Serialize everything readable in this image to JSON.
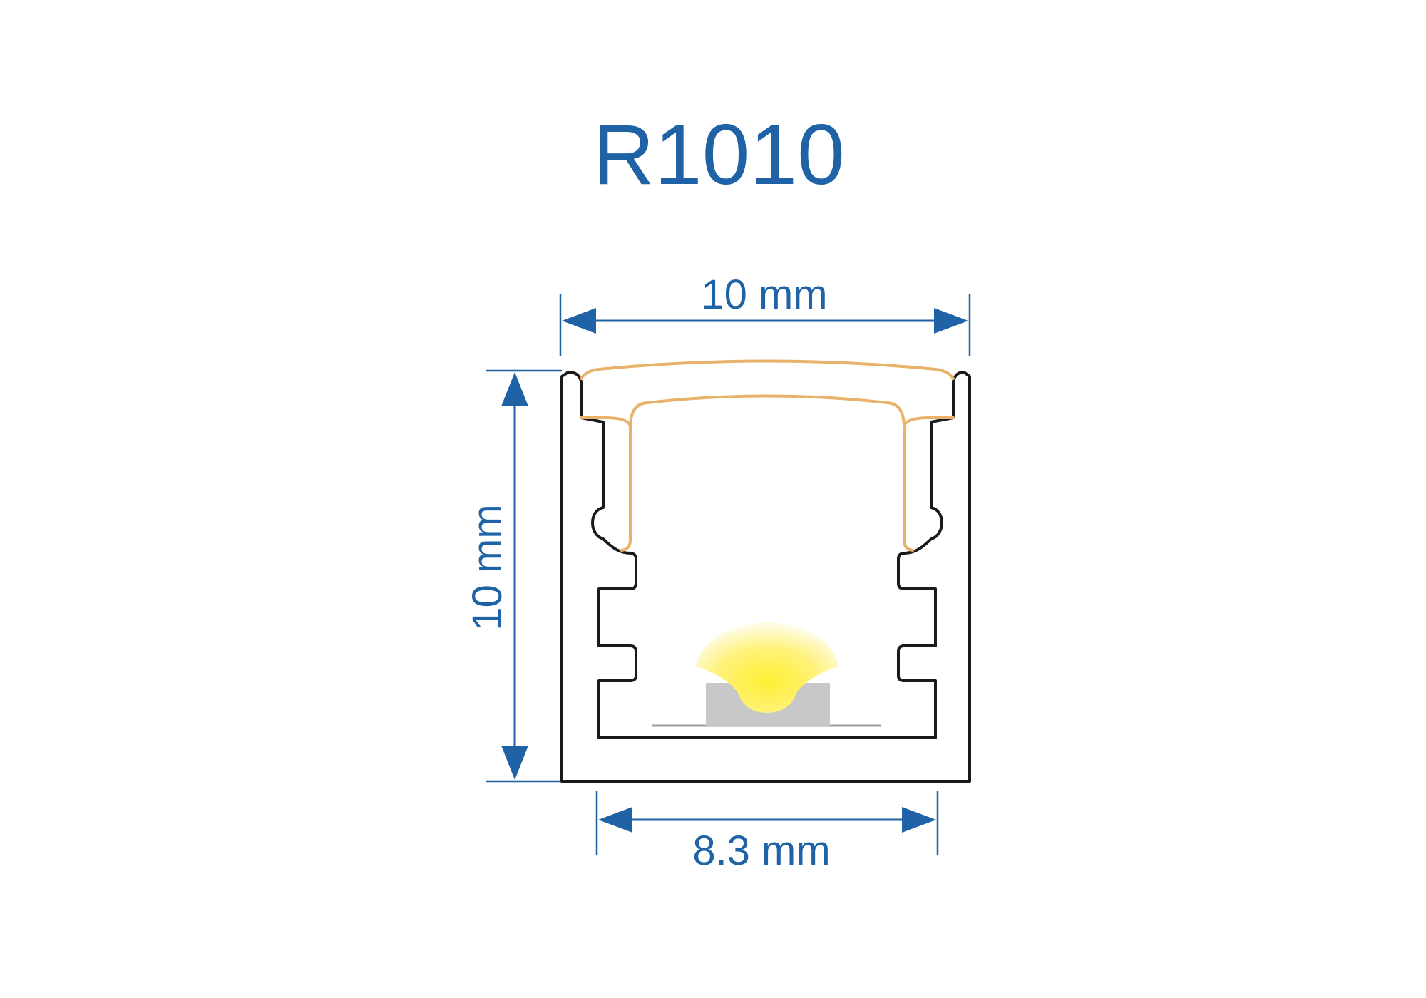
{
  "title": "R1010",
  "dimensions": {
    "top_width": "10 mm",
    "height": "10 mm",
    "bottom_width": "8.3 mm"
  },
  "colors": {
    "dimension_blue": "#1f63a6",
    "profile_outline": "#1a1a1a",
    "diffuser_orange": "#e9b26b",
    "led_yellow": "#fff176",
    "led_base_gray": "#c8c8c8",
    "background": "#ffffff"
  },
  "icons": {
    "arrow": "solid-triangle-arrowhead"
  }
}
